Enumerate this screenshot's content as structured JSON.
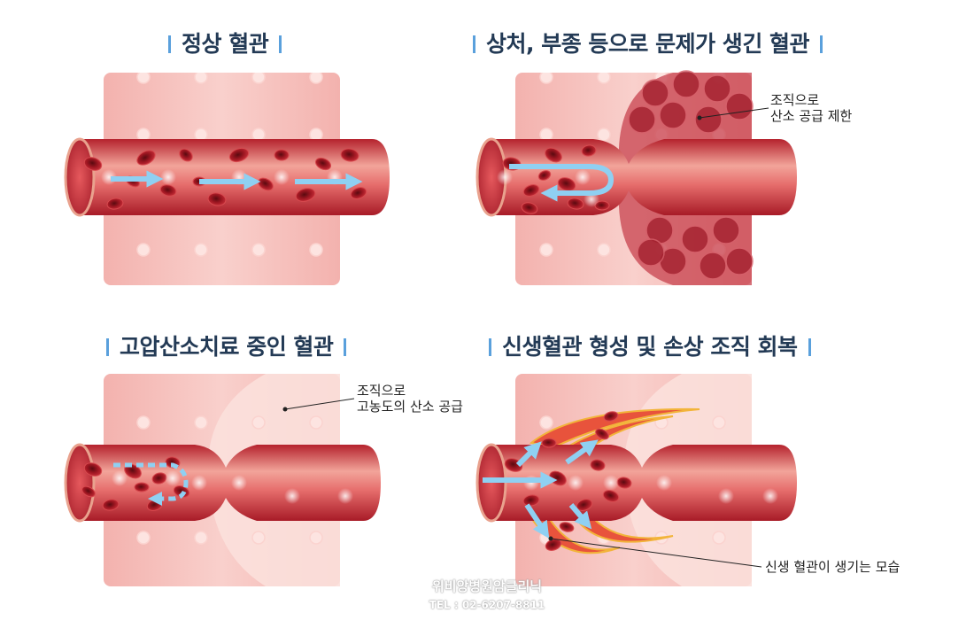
{
  "panels": {
    "normal": {
      "title": "정상 혈관"
    },
    "damaged": {
      "title": "상처, 부종 등으로 문제가 생긴 혈관",
      "callout_line1": "조직으로",
      "callout_line2": "산소 공급 제한"
    },
    "hyperbaric": {
      "title": "고압산소치료 중인 혈관",
      "callout_line1": "조직으로",
      "callout_line2": "고농도의 산소 공급"
    },
    "recovery": {
      "title": "신생혈관 형성 및 손상 조직 회복",
      "callout": "신생 혈관이 생기는 모습"
    }
  },
  "watermark": {
    "name": "위비앙병원암클리닉",
    "tel": "TEL : 02-6207-8811"
  },
  "colors": {
    "title": "#233a55",
    "title_bar": "#5aa0dc",
    "arrow": "#8fd0f2",
    "vessel": "#c6313d",
    "blood_cell": "#b01d28",
    "tissue": "#f7c2bd"
  }
}
